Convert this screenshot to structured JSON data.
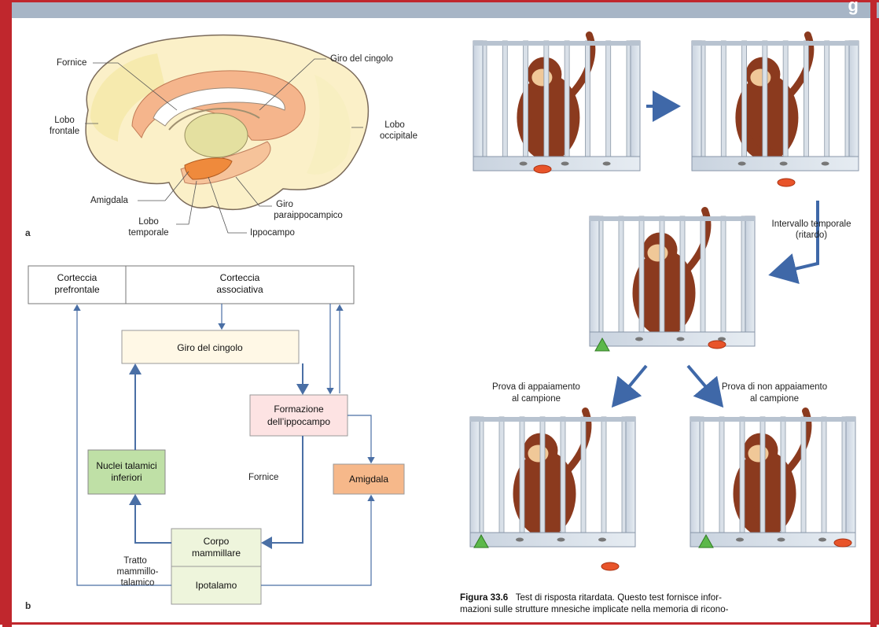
{
  "colors": {
    "frame": "#c0272d",
    "header_bar": "#a7b5c6",
    "arrow_blue": "#4a6fa5",
    "cage_frame": "#a8b4c4"
  },
  "header": {
    "partial_text": "g"
  },
  "panel_a": {
    "letter": "a",
    "labels": {
      "fornice": "Fornice",
      "giro_cingolo": "Giro del cingolo",
      "lobo_frontale_1": "Lobo",
      "lobo_frontale_2": "frontale",
      "lobo_occipitale_1": "Lobo",
      "lobo_occipitale_2": "occipitale",
      "amigdala": "Amigdala",
      "giro_paraipp_1": "Giro",
      "giro_paraipp_2": "paraippocampico",
      "lobo_temporale_1": "Lobo",
      "lobo_temporale_2": "temporale",
      "ippocampo": "Ippocampo"
    }
  },
  "panel_b": {
    "letter": "b",
    "boxes": {
      "corteccia_prefrontale_1": "Corteccia",
      "corteccia_prefrontale_2": "prefrontale",
      "corteccia_associativa_1": "Corteccia",
      "corteccia_associativa_2": "associativa",
      "giro_cingolo": "Giro del cingolo",
      "formazione_1": "Formazione",
      "formazione_2": "dell’ippocampo",
      "nuclei_1": "Nuclei talamici",
      "nuclei_2": "inferiori",
      "amigdala": "Amigdala",
      "corpo_1": "Corpo",
      "corpo_2": "mammillare",
      "ipotalamo": "Ipotalamo"
    },
    "labels": {
      "fornice": "Fornice",
      "tratto_1": "Tratto",
      "tratto_2": "mammillo-",
      "tratto_3": "talamico"
    }
  },
  "panel_c": {
    "intervallo_1": "Intervallo temporale",
    "intervallo_2": "(ritardo)",
    "prova_app_1": "Prova di appaiamento",
    "prova_app_2": "al campione",
    "prova_non_1": "Prova di non appaiamento",
    "prova_non_2": "al campione"
  },
  "caption": {
    "number": "Figura 33.6",
    "line1": "Test di risposta ritardata. Questo test fornisce infor-",
    "line2": "mazioni sulle strutture mnesiche implicate nella memoria di ricono-"
  }
}
